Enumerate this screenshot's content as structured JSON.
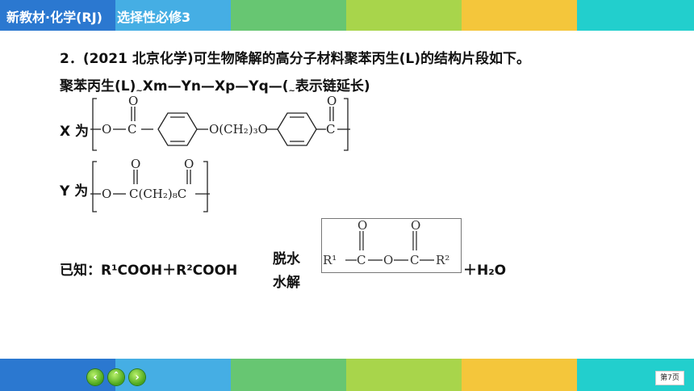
{
  "header": {
    "book": "新教材·化学(RJ)",
    "course": "选择性必修3",
    "colors": [
      "#2f7fd6",
      "#4fb5e5",
      "#7fcf6b",
      "#b5d94c",
      "#f5c93a",
      "#20d0cf"
    ]
  },
  "question": {
    "line1": "2．(2021 北京化学)可生物降解的高分子材料聚苯丙生(L)的结构片段如下。",
    "line2_a": "聚苯丙生(L)",
    "line2_b": "Xm—Yn—Xp—Yq—(",
    "line2_c": "表示链延长)",
    "x_label": "X 为",
    "y_label": "Y 为",
    "known_label": "已知：",
    "known_eq": "R¹COOH＋R²COOH",
    "condition_top": "脱水",
    "condition_bottom": "水解",
    "product_tail": "＋H₂O"
  },
  "structures": {
    "x_text": {
      "o1": "O",
      "c1": "C",
      "o2": "O",
      "chain": "O(CH₂)₃O",
      "c2": "C",
      "ob": "O"
    },
    "y_text": {
      "o": "O",
      "c": "C",
      "chain": "C(CH₂)₈C",
      "o1": "O",
      "o2": "O"
    },
    "anhydride": {
      "r1": "R¹",
      "c1": "C",
      "o": "O",
      "c2": "C",
      "r2": "R²",
      "o1": "O",
      "o2": "O"
    }
  },
  "footer": {
    "nav_prev": "‹",
    "nav_home": "ˆ",
    "nav_next": "›",
    "page": "第7页",
    "colors": [
      "#2f7fd6",
      "#4fb5e5",
      "#7fcf6b",
      "#b5d94c",
      "#f5c93a",
      "#20d0cf"
    ]
  }
}
